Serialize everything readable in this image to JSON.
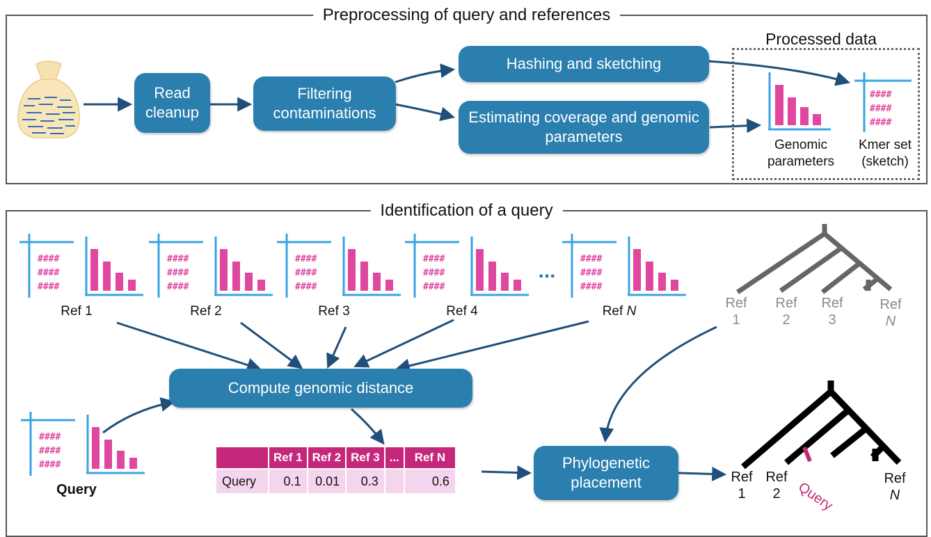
{
  "panels": {
    "top_title": "Preprocessing of query and references",
    "bottom_title": "Identification of a query"
  },
  "boxes": {
    "read_cleanup": "Read cleanup",
    "filtering": "Filtering contaminations",
    "hashing": "Hashing and sketching",
    "estimating": "Estimating coverage and genomic parameters",
    "compute_distance": "Compute genomic distance",
    "placement": "Phylogenetic placement"
  },
  "processed": {
    "title": "Processed data",
    "genomic_label": "Genomic parameters",
    "kmer_label": "Kmer set (sketch)"
  },
  "kmer_glyph": "####",
  "refs": {
    "r1": "Ref 1",
    "r2": "Ref 2",
    "r3": "Ref 3",
    "r4": "Ref 4",
    "rn_prefix": "Ref",
    "rn_var": "N",
    "ellipsis": "..."
  },
  "query_label": "Query",
  "tree_gray": {
    "ref": "Ref",
    "n1": "1",
    "n2": "2",
    "n3": "3",
    "nN": "N"
  },
  "tree_black": {
    "ref": "Ref",
    "n1": "1",
    "n2": "2",
    "nN": "N",
    "query": "Query"
  },
  "distance_table": {
    "headers": [
      "",
      "Ref 1",
      "Ref 2",
      "Ref 3",
      "...",
      "Ref N"
    ],
    "row_label": "Query",
    "values": [
      "0.1",
      "0.01",
      "0.3",
      "",
      "0.6"
    ]
  },
  "colors": {
    "box_blue": "#2a7fae",
    "arrow_navy": "#1f4f7a",
    "magenta": "#e0479e",
    "table_header": "#c5287a",
    "table_cell": "#f5d4ee",
    "axis_blue": "#3aa3e3"
  },
  "icons": {
    "reads_bag": "sequencing-reads-bag-icon",
    "kmer_set": "kmer-set-icon",
    "histogram": "genomic-histogram-icon"
  }
}
